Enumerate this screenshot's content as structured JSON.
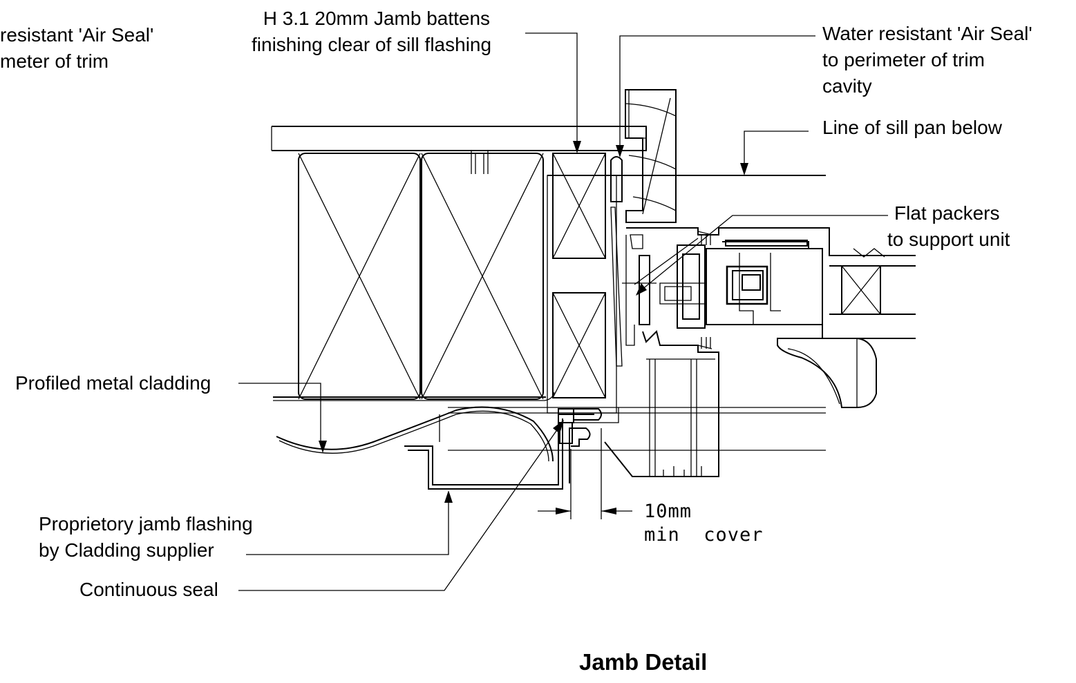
{
  "title": "Jamb Detail",
  "labels": {
    "air_seal_left": [
      "resistant 'Air Seal'",
      "meter of trim"
    ],
    "jamb_battens": [
      "H 3.1 20mm Jamb battens",
      "finishing clear of sill flashing"
    ],
    "air_seal_right": [
      "Water resistant 'Air Seal'",
      "to perimeter of trim",
      "cavity"
    ],
    "sill_pan": [
      "Line of sill pan below"
    ],
    "flat_packers": [
      "Flat packers",
      "to support unit"
    ],
    "cladding": [
      "Profiled metal cladding"
    ],
    "jamb_flashing": [
      "Proprietory jamb flashing",
      "by Cladding supplier"
    ],
    "continuous_seal": [
      "Continuous seal"
    ],
    "dimension": [
      "10mm",
      "min  cover"
    ]
  }
}
